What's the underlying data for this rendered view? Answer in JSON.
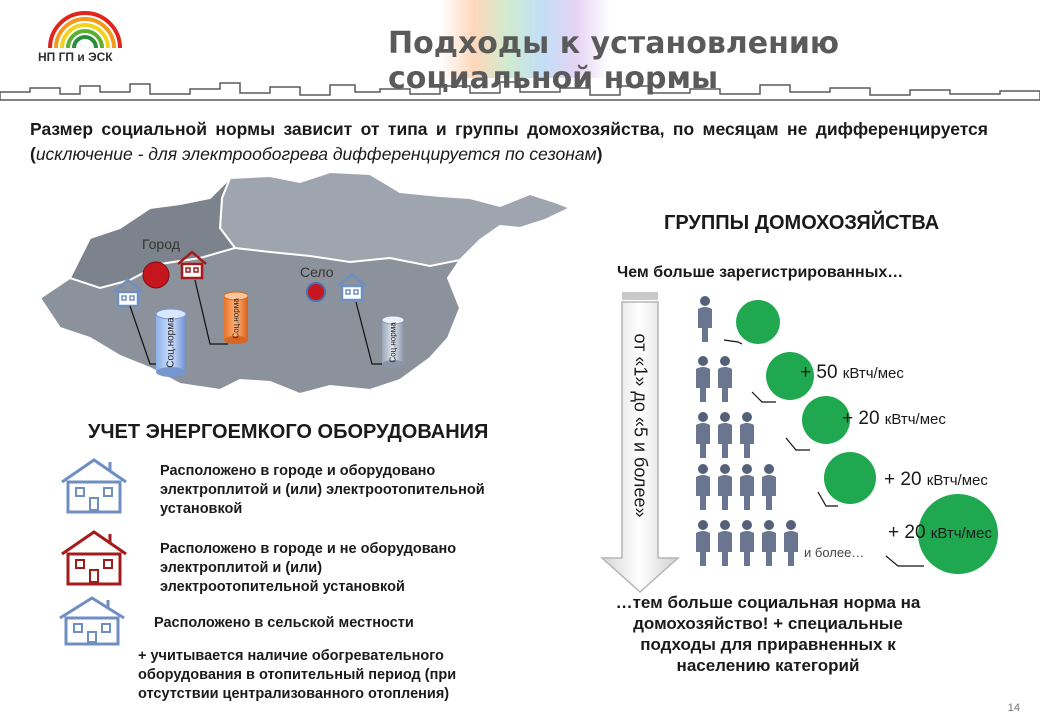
{
  "header": {
    "title": "Подходы к установлению социальной нормы",
    "logo_text": "НП ГП и ЭСК"
  },
  "intro": {
    "text_main": "Размер социальной нормы зависит от типа и группы домохозяйства, по месяцам не дифференцируется (",
    "text_italic": "исключение - для электрообогрева дифференцируется по сезонам",
    "text_end": ")"
  },
  "map": {
    "city_label": "Город",
    "village_label": "Село",
    "cylinders": [
      "Соц.норма",
      "Соц.норма",
      "Соц.норма"
    ]
  },
  "equipment": {
    "title": "УЧЕТ ЭНЕРГОЕМКОГО ОБОРУДОВАНИЯ",
    "items": [
      {
        "text": "Расположено в городе и оборудовано электроплитой и (или) электроотопительной установкой",
        "color": "#6f8fc2"
      },
      {
        "text": "Расположено в городе и не оборудовано электроплитой и (или) электроотопительной установкой",
        "color": "#a51b1b"
      },
      {
        "text": "Расположено в сельской местности",
        "color": "#6f8fc2"
      }
    ],
    "note": "+ учитывается наличие обогревательного оборудования в отопительный период (при отсутствии централизованного отопления)"
  },
  "groups": {
    "title": "ГРУППЫ ДОМОХОЗЯЙСТВА",
    "subtitle": "Чем больше зарегистрированных…",
    "arrow_text": "от «1» до «5 и более»",
    "increments": [
      "+ 50",
      "+ 20",
      "+ 20",
      "+ 20"
    ],
    "unit": "кВтч/мес",
    "and_more": "и более…",
    "conclusion": "…тем больше социальная норма на домохозяйство! + специальные подходы для приравненных к населению категорий"
  },
  "colors": {
    "green": "#1fa84f",
    "red": "#c4161c",
    "map_gray": "#8c929b",
    "house_blue": "#6f8fc2",
    "house_red": "#a51b1b"
  },
  "page_number": "14"
}
